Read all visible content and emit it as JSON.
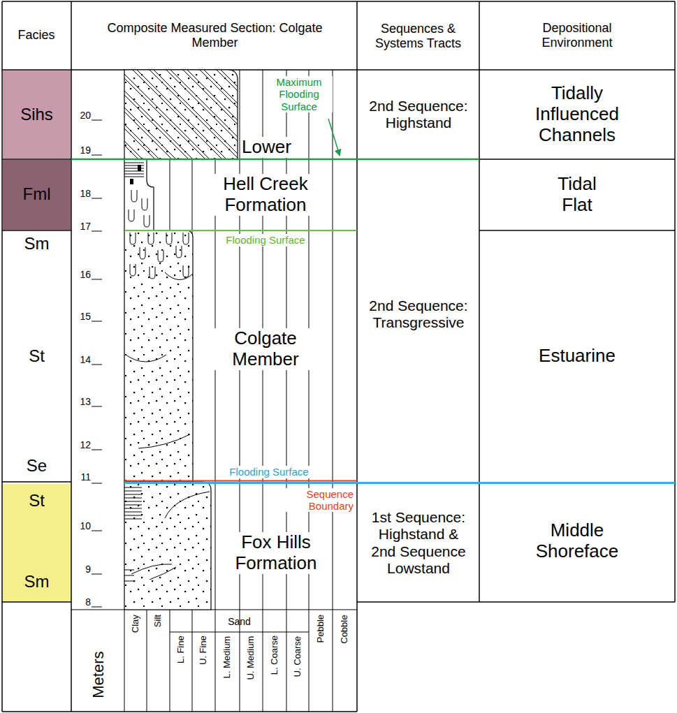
{
  "diagram": {
    "nodes": [
      {
        "text": [
          "Sihs"
        ]
      },
      {
        "text": [
          "Fml"
        ]
      },
      {
        "text": [
          "Sm",
          "St",
          "Se"
        ]
      },
      {
        "text": [
          "St",
          "Sm"
        ]
      }
    ],
    "labels": [
      "Facies",
      "Composite Measured Section: Colgate Member",
      "Sequences & Systems Tracts",
      "Depositional Environment",
      "20",
      "19",
      "18",
      "17",
      "16",
      "15",
      "14",
      "13",
      "12",
      "11",
      "10",
      "9",
      "8",
      "Maximum Flooding Surface",
      "Lower",
      "Hell Creek Formation",
      "Flooding Surface",
      "Colgate Member",
      "Flooding Surface",
      "Sequence Boundary",
      "Fox Hills Formation",
      "2nd Sequence: Highstand",
      "2nd Sequence: Transgressive",
      "1st Sequence: Highstand & 2nd Sequence Lowstand",
      "Tidally Influenced Channels",
      "Tidal Flat",
      "Estuarine",
      "Middle Shoreface",
      "Meters",
      "Sand",
      "Clay",
      "Silt",
      "L. Fine",
      "U. Fine",
      "L. Medium",
      "U. Medium",
      "L. Coarse",
      "U. Coarse",
      "Pebble",
      "Cobble"
    ]
  }
}
